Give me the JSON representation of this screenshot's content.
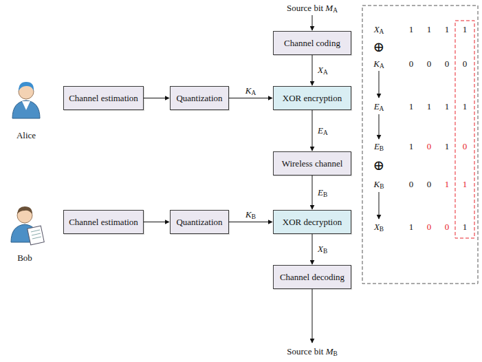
{
  "diagram": {
    "nodes": [
      {
        "text": [
          "Channel coding"
        ]
      },
      {
        "text": [
          "Channel estimation"
        ]
      },
      {
        "text": [
          "Quantization"
        ]
      },
      {
        "text": [
          "XOR encryption"
        ]
      },
      {
        "text": [
          "Wireless channel"
        ]
      },
      {
        "text": [
          "Channel estimation"
        ]
      },
      {
        "text": [
          "Quantization"
        ]
      },
      {
        "text": [
          "XOR decryption"
        ]
      },
      {
        "text": [
          "Channel decoding"
        ]
      }
    ],
    "edges": [
      {
        "from": 0,
        "to": 3,
        "arrow": "to",
        "label": "XA"
      },
      {
        "from": 1,
        "to": 2,
        "arrow": "to"
      },
      {
        "from": 2,
        "to": 3,
        "arrow": "to",
        "label": "KA"
      },
      {
        "from": 3,
        "to": 4,
        "arrow": "to",
        "label": "EA"
      },
      {
        "from": 4,
        "to": 7,
        "arrow": "to",
        "label": "EB"
      },
      {
        "from": 5,
        "to": 6,
        "arrow": "to"
      },
      {
        "from": 6,
        "to": 7,
        "arrow": "to",
        "label": "KB"
      },
      {
        "from": 7,
        "to": 8,
        "arrow": "to",
        "label": "XB"
      }
    ],
    "labels": [
      "Source bit MA",
      "Source bit MB",
      "Alice",
      "Bob",
      "XA",
      "1",
      "1",
      "1",
      "1",
      "⊕",
      "KA",
      "0",
      "0",
      "0",
      "0",
      "EA",
      "1",
      "1",
      "1",
      "1",
      "EB",
      "1",
      "0",
      "1",
      "0",
      "⊕",
      "KB",
      "0",
      "0",
      "1",
      "1",
      "XB",
      "1",
      "0",
      "0",
      "1"
    ]
  }
}
